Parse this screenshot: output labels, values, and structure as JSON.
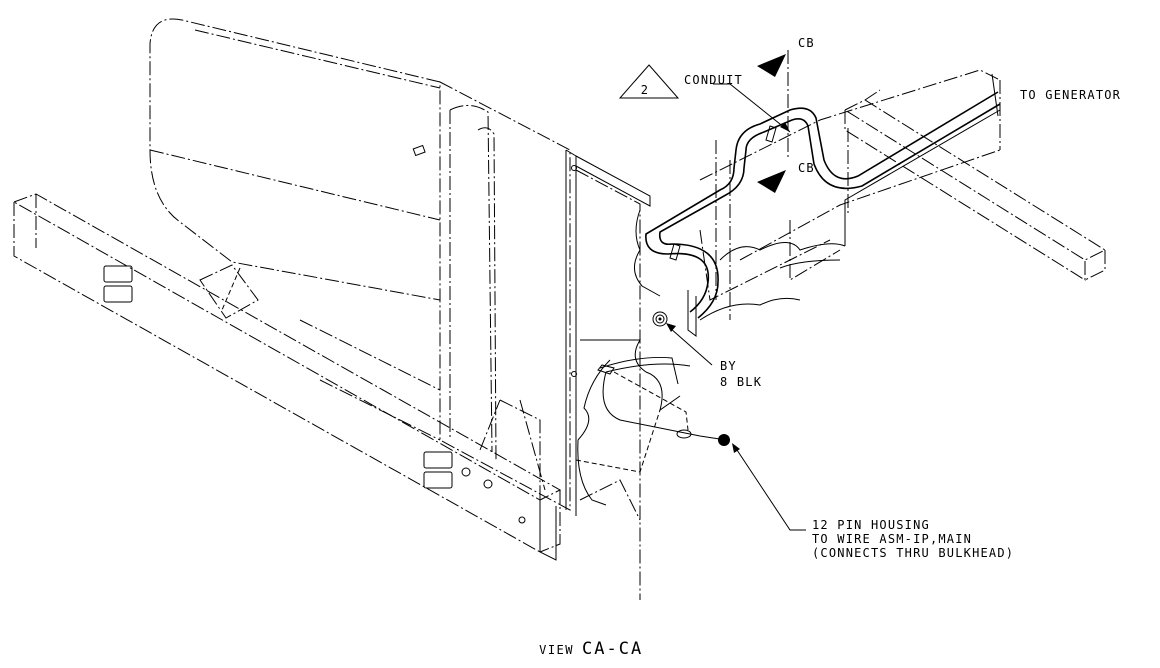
{
  "labels": {
    "callout_number": "2",
    "conduit": "CONDUIT",
    "section_top": "CB",
    "section_bottom": "CB",
    "to_generator": "TO GENERATOR",
    "by_line1": "BY",
    "by_line2": "8 BLK",
    "housing_line1": "12 PIN HOUSING",
    "housing_line2": "TO WIRE ASM-IP,MAIN",
    "housing_line3": "(CONNECTS THRU BULKHEAD)"
  },
  "caption": {
    "prefix": "VIEW",
    "view": "CA-CA"
  }
}
